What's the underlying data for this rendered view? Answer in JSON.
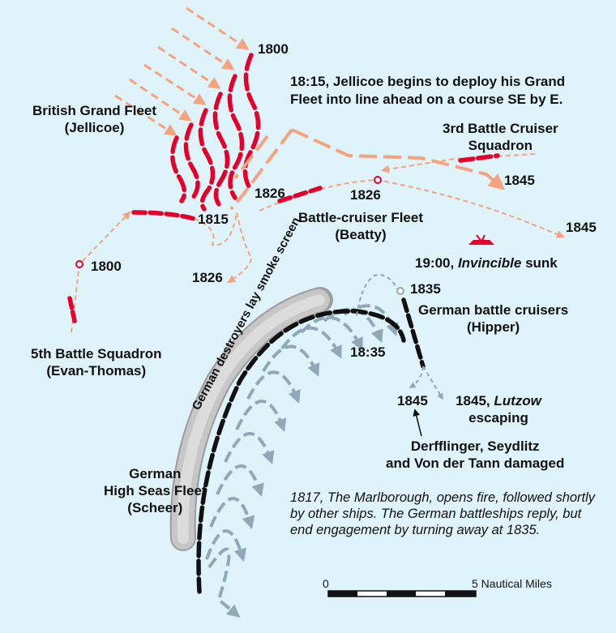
{
  "labels": {
    "t1800_top": "1800",
    "deploy_note": "18:15, Jellicoe begins to deploy his Grand\nFleet into line ahead on a course SE by E.",
    "grand_fleet": "British Grand Fleet\n(Jellicoe)",
    "third_bcs": "3rd Battle Cruiser\nSquadron",
    "t1845_a": "1845",
    "t1826_a": "1826",
    "t1826_b": "1826",
    "t1815": "1815",
    "bc_fleet": "Battle-cruiser Fleet\n(Beatty)",
    "t1845_b": "1845",
    "invincible_prefix": "19:00, ",
    "invincible_name": "Invincible",
    "invincible_suffix": " sunk",
    "t1800_left": "1800",
    "t1826_c": "1826",
    "t1835": "1835",
    "german_bc": "German battle cruisers\n(Hipper)",
    "fifth_bs": "5th Battle Squadron\n(Evan-Thomas)",
    "smoke": "German destroyers lay smoke screen",
    "t1835_b": "18:35",
    "t1845_c": "1845",
    "lutzow_prefix": "1845, ",
    "lutzow_name": "Lutzow",
    "lutzow_suffix": "escaping",
    "damaged": "Derfflinger, Seydlitz\nand Von der Tann damaged",
    "hsf": "German\nHigh Seas Fleet\n(Scheer)",
    "engagement_note": "1817, The Marlborough, opens fire, followed shortly by other ships.  The German battleships reply, but end engagement by turning away at 1835."
  },
  "scale": {
    "zero": "0",
    "five": "5 Nautical Miles"
  },
  "colors": {
    "background": "#dff3fb",
    "british_ships": "#e4002b",
    "british_track": "#f5a37f",
    "german_ships": "#111111",
    "german_track": "#8fa9b8",
    "smoke": "#c7c7c7"
  }
}
